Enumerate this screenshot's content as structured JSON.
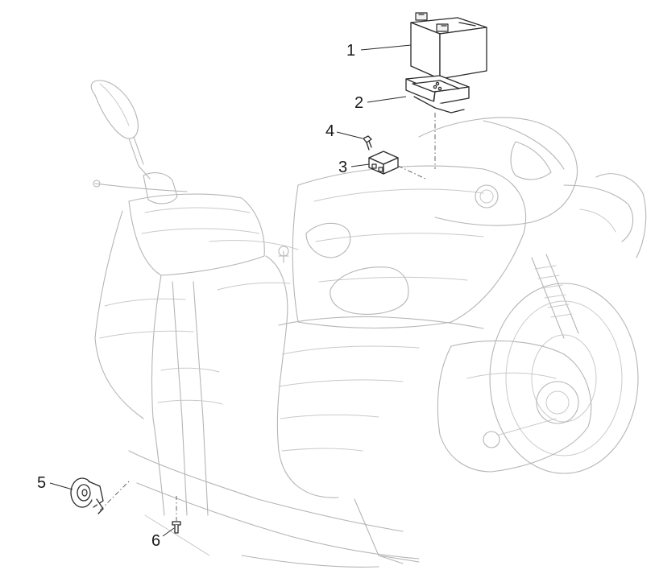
{
  "callouts": [
    {
      "id": "1",
      "label": "1",
      "part": "battery"
    },
    {
      "id": "2",
      "label": "2",
      "part": "battery-tray"
    },
    {
      "id": "3",
      "label": "3",
      "part": "relay"
    },
    {
      "id": "4",
      "label": "4",
      "part": "relay-screw"
    },
    {
      "id": "5",
      "label": "5",
      "part": "horn"
    },
    {
      "id": "6",
      "label": "6",
      "part": "horn-screw"
    }
  ],
  "colors": {
    "line": "#2a2a2a",
    "ghost": "#c9c9c9",
    "background": "#ffffff"
  }
}
